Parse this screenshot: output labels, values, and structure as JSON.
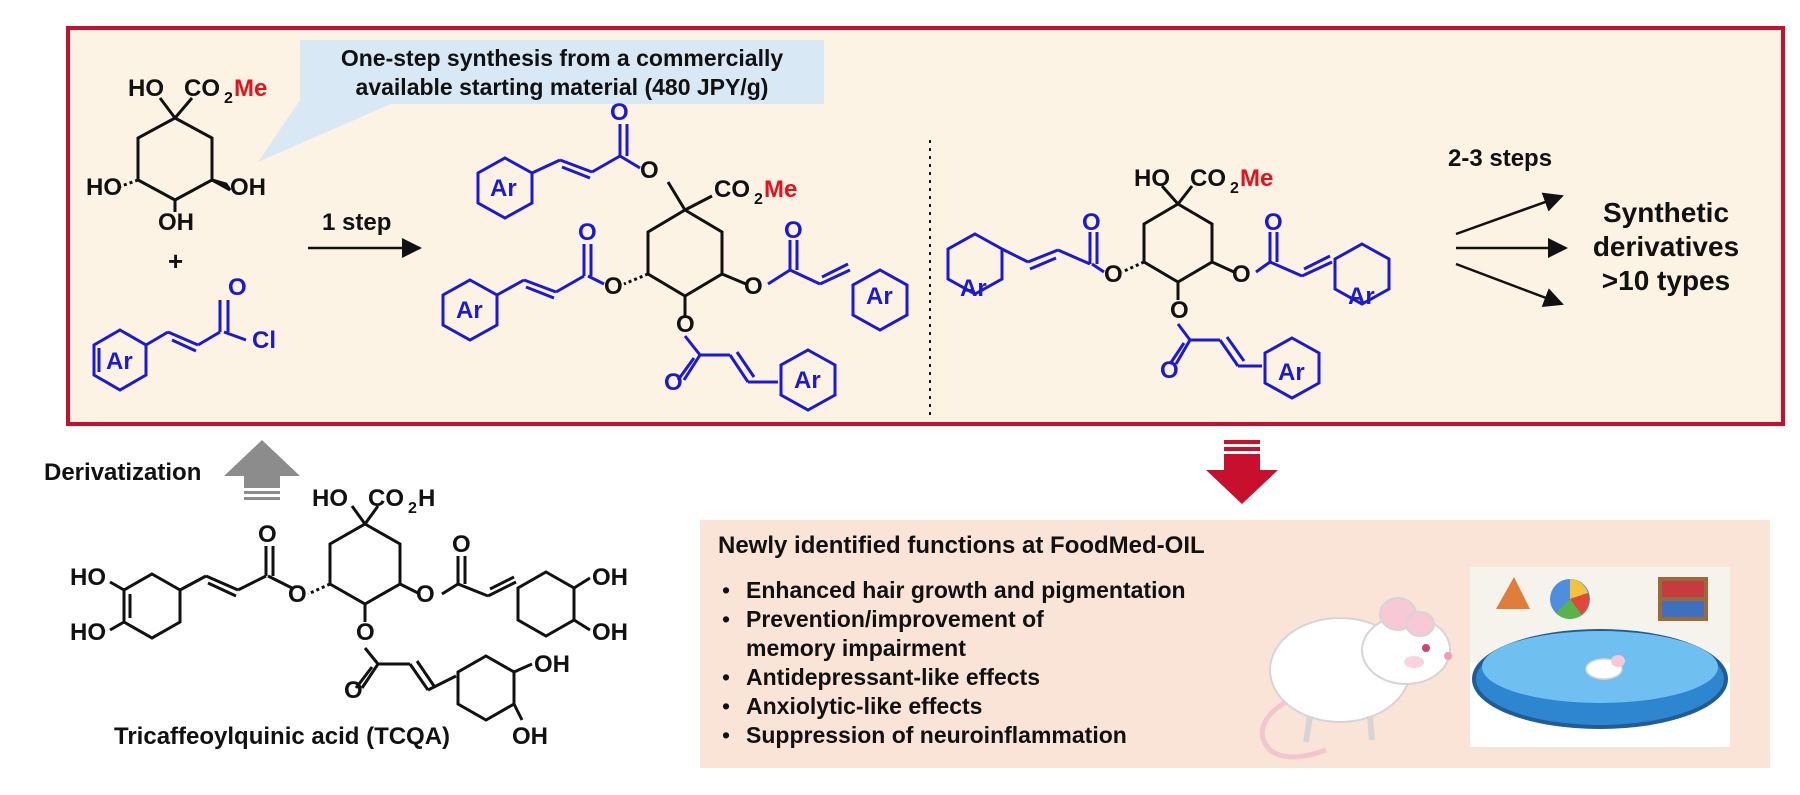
{
  "callout": {
    "line1": "One-step synthesis from a commercially",
    "line2": "available starting material (480 JPY/g)"
  },
  "reaction": {
    "plus": "+",
    "step1_label": "1 step",
    "steps_label": "2-3 steps",
    "product_label_line1": "Synthetic",
    "product_label_line2": "derivatives",
    "product_label_line3": ">10 types"
  },
  "derivatization": {
    "label": "Derivatization"
  },
  "tcqa": {
    "caption": "Tricaffeoylquinic acid (TCQA)"
  },
  "functions": {
    "heading": "Newly identified functions at FoodMed-OIL",
    "items": [
      "Enhanced hair growth and pigmentation",
      "Prevention/improvement of\nmemory impairment",
      "Antidepressant-like effects",
      "Anxiolytic-like effects",
      "Suppression of neuroinflammation"
    ]
  },
  "chem_labels": {
    "ar": "Ar",
    "o": "O",
    "cl": "Cl",
    "ho": "HO",
    "oh": "OH",
    "me": "Me",
    "co2": "CO",
    "co2h_h": "H",
    "sub2": "2"
  },
  "colors": {
    "frame_red": "#c8102e",
    "panel_cream": "#fdf3e4",
    "callout_blue": "#d9e8f5",
    "function_panel": "#f9e4d7",
    "chem_blue": "#1a1ad6",
    "me_red": "#e3131b",
    "arrow_gray": "#8c8c8c",
    "arrow_red": "#c8102e"
  }
}
